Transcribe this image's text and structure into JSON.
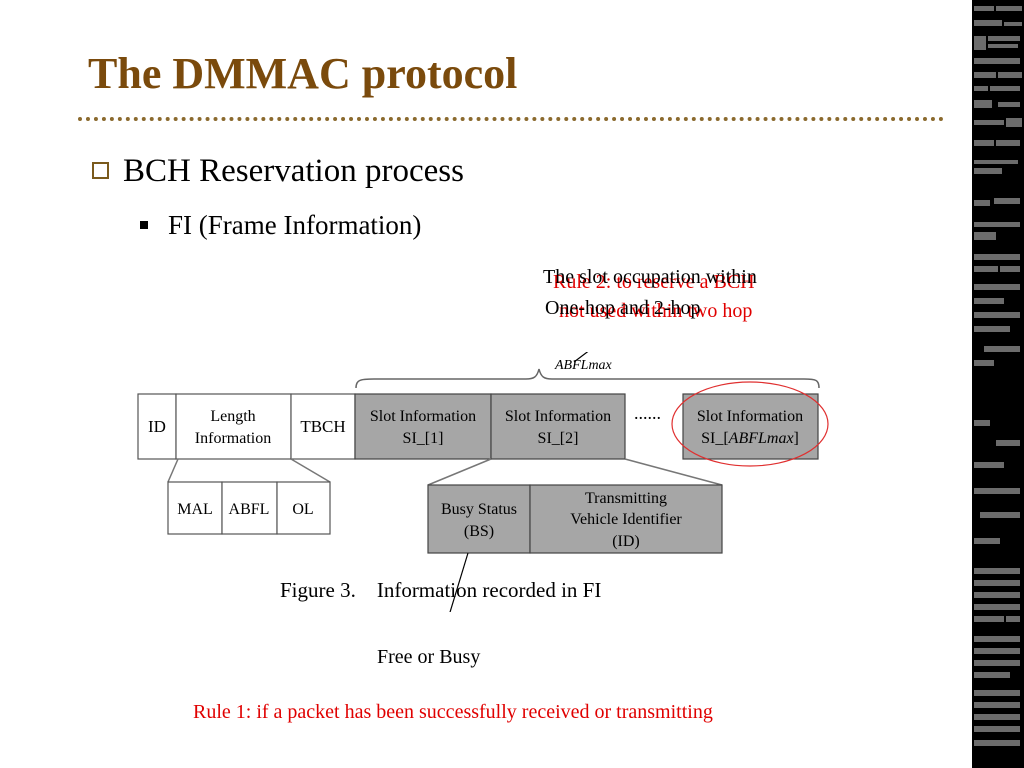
{
  "slide": {
    "title": "The DMMAC protocol",
    "bullet_level1": "BCH Reservation process",
    "bullet_level2": "FI (Frame Information)"
  },
  "annotations": {
    "rule2_line1": "Rule 2: to reserve a BCH",
    "rule2_line2": "not used within two hop",
    "slot_note_line1": "The slot occupation within",
    "slot_note_line2": "One-hop and 2-hop",
    "free_or_busy": "Free or Busy",
    "rule1": "Rule 1: if  a packet has been successfully received or transmitting"
  },
  "figure": {
    "abfl_label": "ABFLmax",
    "fields": {
      "id": "ID",
      "length_line1": "Length",
      "length_line2": "Information",
      "tbch": "TBCH",
      "si1_line1": "Slot Information",
      "si1_line2": "SI_[1]",
      "si2_line1": "Slot Information",
      "si2_line2": "SI_[2]",
      "ellipsis": "......",
      "sin_line1": "Slot Information",
      "sin_prefix": "SI_[",
      "sin_italic": "ABFLmax",
      "sin_suffix": "]"
    },
    "length_subfields": [
      "MAL",
      "ABFL",
      "OL"
    ],
    "slot_subfields": {
      "bs_line1": "Busy Status",
      "bs_line2": "(BS)",
      "tx_line1": "Transmitting",
      "tx_line2": "Vehicle Identifier",
      "tx_line3": "(ID)"
    },
    "caption": "Figure 3.    Information recorded in FI"
  },
  "colors": {
    "title": "#7a4a0c",
    "rule_text": "#e00000",
    "shaded_cell": "#a6a6a6",
    "ellipse": "#e03030"
  }
}
